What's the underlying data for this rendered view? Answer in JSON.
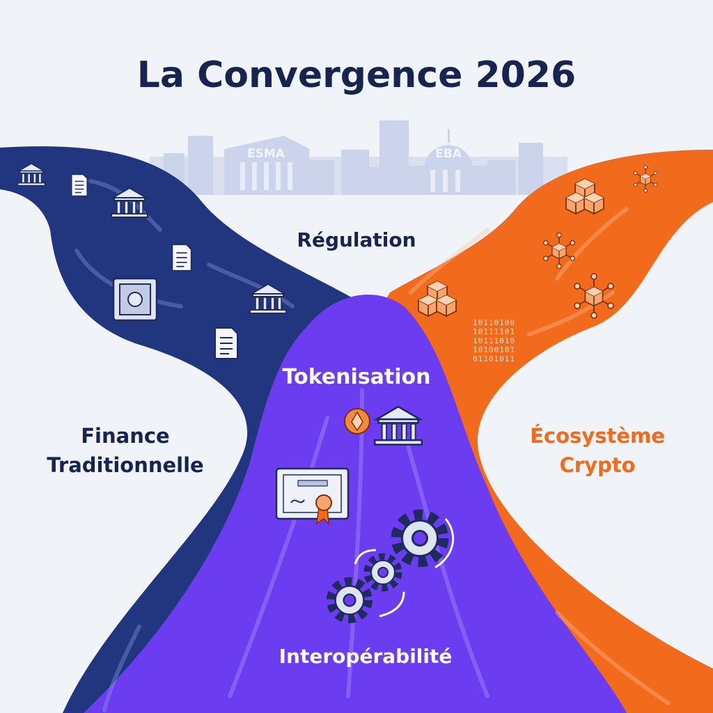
{
  "title": "La Convergence 2026",
  "skyline": {
    "left_building": "ESMA",
    "right_building": "EBA"
  },
  "labels": {
    "regulation": "Régulation",
    "tokenisation": "Tokenisation",
    "interoperabilite": "Interopérabilité",
    "finance_line1": "Finance",
    "finance_line2": "Traditionnelle",
    "crypto_line1": "Écosystème",
    "crypto_line2": "Crypto"
  },
  "binary": [
    "10110100",
    "10111101",
    "10111010",
    "10100101",
    "01101011"
  ],
  "colors": {
    "background": "#f0f3f8",
    "traditional_finance": "#22367f",
    "crypto": "#f26a1b",
    "convergence": "#6b3cf0",
    "title": "#16244f",
    "skyline": "#c9d1ea"
  }
}
